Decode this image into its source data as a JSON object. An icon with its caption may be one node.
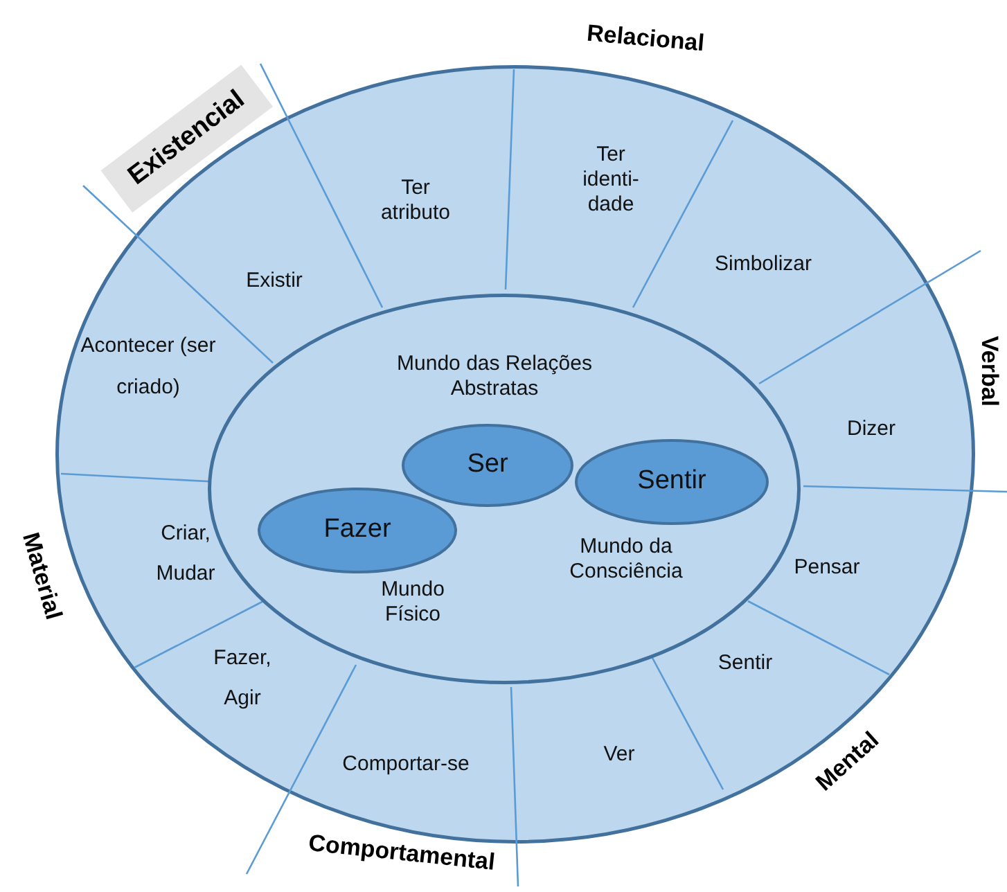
{
  "diagram": {
    "nodes": [
      {
        "text": [
          "Existir",
          "Ter atributo",
          "Ter identi- dade",
          "Simbolizar",
          "Acontecer (ser criado)",
          "Dizer",
          "Criar, Mudar",
          "Pensar",
          "Fazer, Agir",
          "Sentir",
          "Comportar-se",
          "Ver"
        ]
      },
      {
        "text": [
          "Mundo das Relações Abstratas",
          "Mundo da Consciência",
          "Mundo Físico"
        ],
        "in": 0
      },
      {
        "text": [
          "Ser"
        ],
        "in": 1
      },
      {
        "text": [
          "Sentir"
        ],
        "in": 1
      },
      {
        "text": [
          "Fazer"
        ],
        "in": 1
      }
    ],
    "labels": [
      "Relacional",
      "Existencial",
      "Verbal",
      "Material",
      "Mental",
      "Comportamental"
    ]
  }
}
